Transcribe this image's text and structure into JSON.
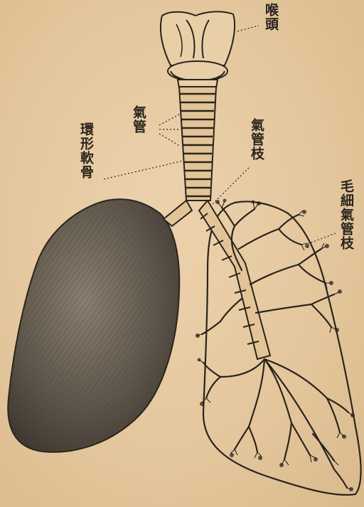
{
  "labels": {
    "larynx": "喉頭",
    "trachea": "氣管",
    "cartilage_ring": "環形軟骨",
    "bronchus": "氣管枝",
    "bronchiole": "毛細氣管枝"
  },
  "colors": {
    "paper": "#e6c9a0",
    "ink": "#2a241d",
    "shade": "#5b5246"
  }
}
